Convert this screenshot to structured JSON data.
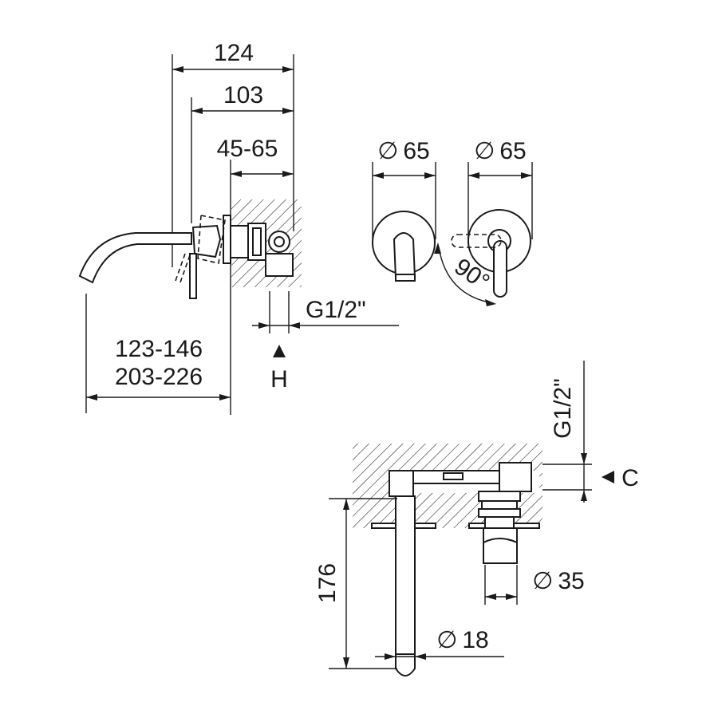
{
  "side_view": {
    "dims": {
      "overall_depth": "124",
      "body_depth": "103",
      "wall_range": "45-65",
      "thread": "G1/2\"",
      "marker_h": "H",
      "spout_range_1": "123-146",
      "spout_range_2": "203-226"
    }
  },
  "front_view": {
    "dims": {
      "diameter_left": "65",
      "diameter_right": "65",
      "rotation": "90°"
    },
    "diameter_symbol": "∅"
  },
  "section_view": {
    "dims": {
      "thread": "G1/2\"",
      "marker_c": "C",
      "height": "176",
      "diameter_body": "35",
      "diameter_spout": "18"
    },
    "diameter_symbol": "∅"
  }
}
